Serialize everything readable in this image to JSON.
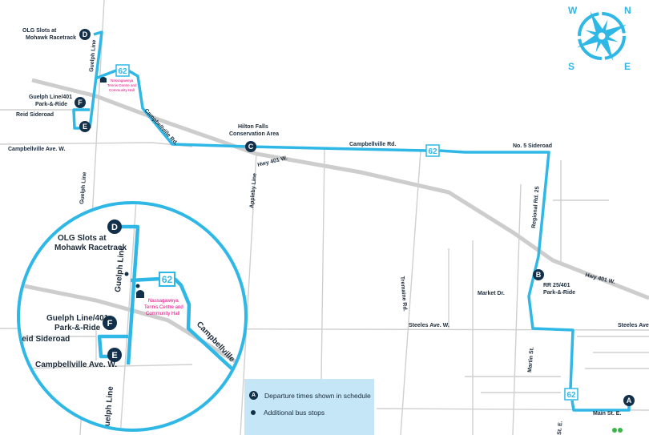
{
  "route_number": "62",
  "colors": {
    "route": "#2fb8e6",
    "stop": "#123049",
    "landmark": "#e6007e",
    "legend_bg": "#c4e6f6"
  },
  "stops": {
    "A": {
      "letter": "A"
    },
    "B": {
      "letter": "B",
      "name": "RR 25/401 Park-&-Ride"
    },
    "C": {
      "letter": "C",
      "name": "Hilton Falls Conservation Area"
    },
    "D": {
      "letter": "D",
      "name_l1": "OLG Slots at",
      "name_l2": "Mohawk Racetrack"
    },
    "E": {
      "letter": "E"
    },
    "F": {
      "letter": "F",
      "name_l1": "Guelph Line/401",
      "name_l2": "Park-&-Ride"
    }
  },
  "labels": {
    "guelph_line": "Guelph Line",
    "reid_sideroad": "Reid Sideroad",
    "campbellville_ave": "Campbellville Ave. W.",
    "campbellville_rd": "Campbellville Rd.",
    "hilton_l1": "Hilton Falls",
    "hilton_l2": "Conservation Area",
    "hwy401": "Hwy 401 W.",
    "appleby": "Appleby Line",
    "tremaine": "Tremaine Rd.",
    "no5": "No. 5 Sideroad",
    "regional25": "Regional Rd. 25",
    "market": "Market Dr.",
    "steeles": "Steeles Ave. W.",
    "martin": "Martin St.",
    "main": "Main St. E.",
    "b_l1": "RR 25/401",
    "b_l2": "Park-&-Ride",
    "st": "St. E.",
    "tennis_l1": "Nassagaweya",
    "tennis_l2": "Tennis Centre and",
    "tennis_l3": "Community Hall"
  },
  "compass": {
    "n": "N",
    "e": "E",
    "s": "S",
    "w": "W"
  },
  "legend": {
    "departure_icon": "A",
    "departure": "Departure times shown in schedule",
    "additional": "Additional bus stops"
  }
}
